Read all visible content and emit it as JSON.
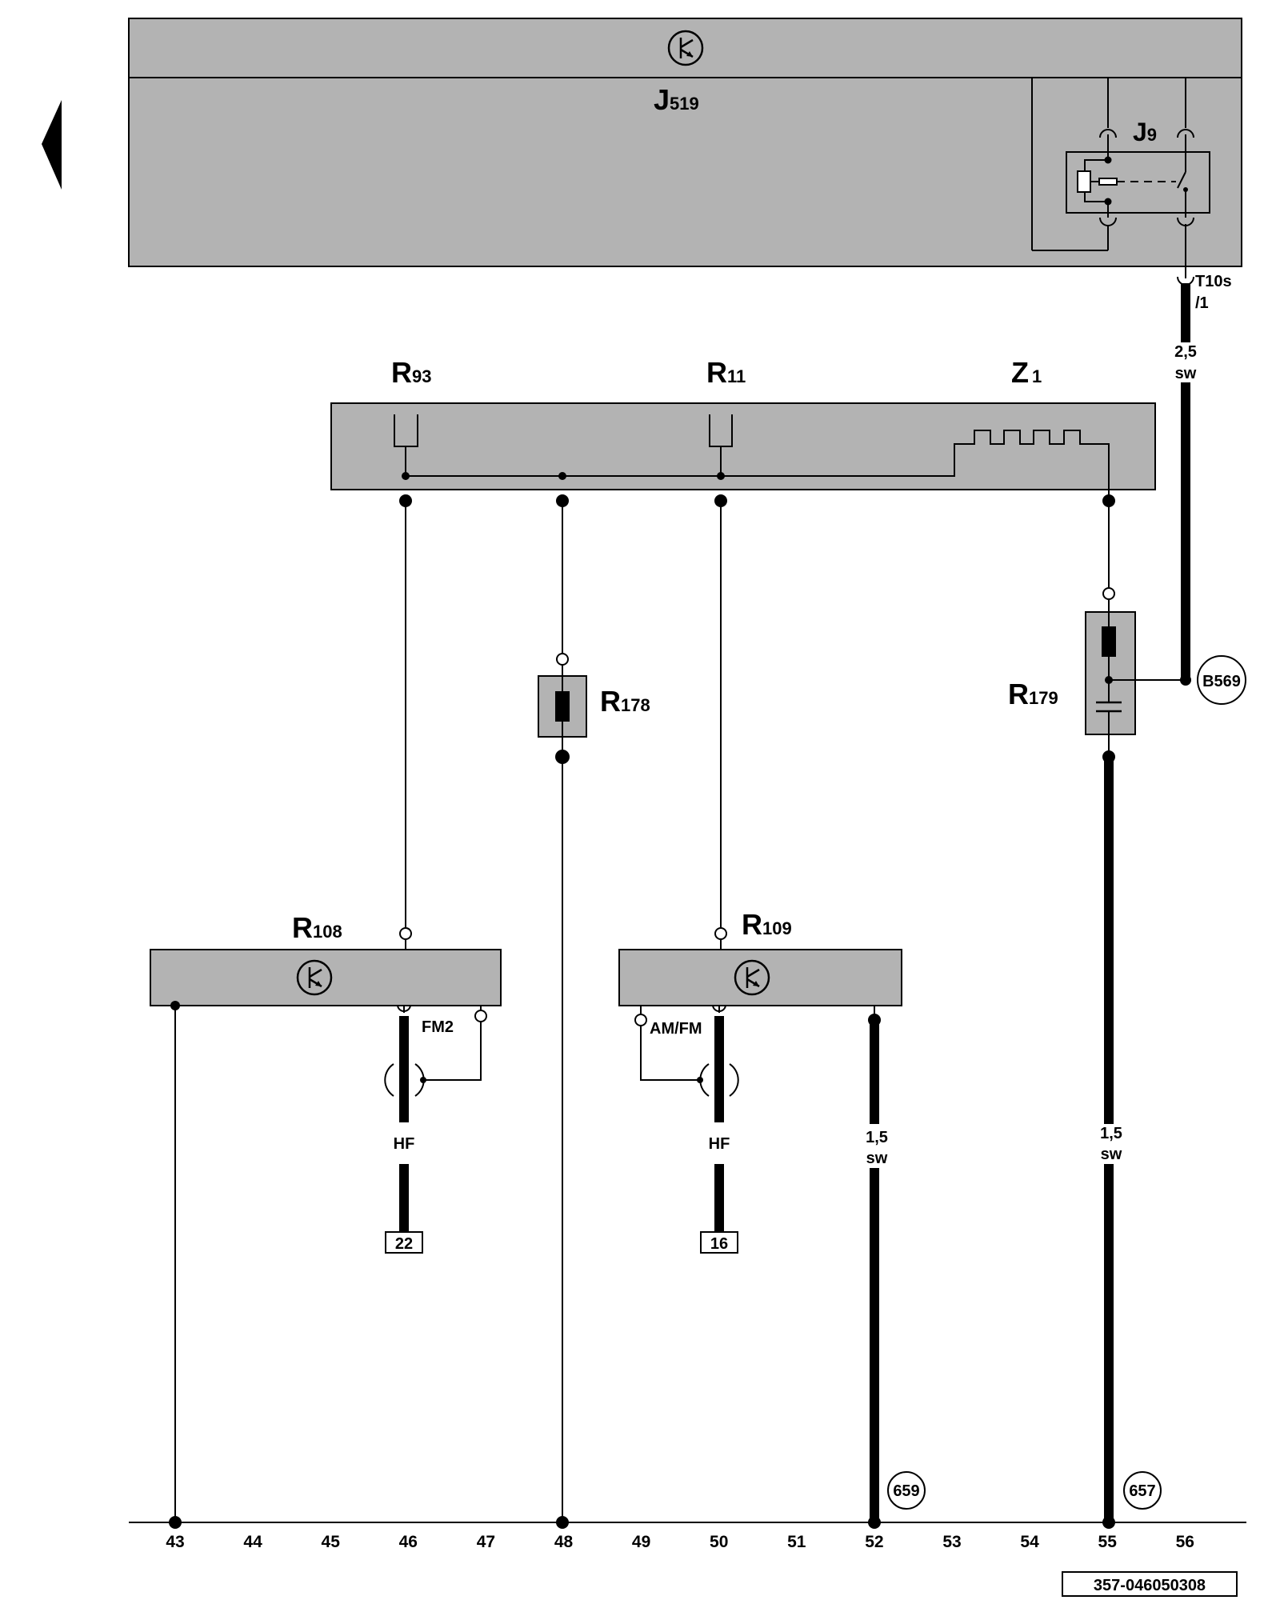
{
  "components": {
    "j519": {
      "letter": "J",
      "sub": "519"
    },
    "j9": {
      "letter": "J",
      "sub": "9"
    },
    "r93": {
      "letter": "R",
      "sub": "93"
    },
    "r11": {
      "letter": "R",
      "sub": "11"
    },
    "z1": {
      "letter": "Z",
      "sub": "1"
    },
    "r178": {
      "letter": "R",
      "sub": "178"
    },
    "r179": {
      "letter": "R",
      "sub": "179"
    },
    "r108": {
      "letter": "R",
      "sub": "108"
    },
    "r109": {
      "letter": "R",
      "sub": "109"
    }
  },
  "connectors": {
    "t10s_line1": "T10s",
    "t10s_line2": "/1",
    "b569": "B569",
    "c659": "659",
    "c657": "657",
    "ref22": "22",
    "ref16": "16"
  },
  "wires": {
    "top_size": "2,5",
    "top_color": "sw",
    "w52_size": "1,5",
    "w52_color": "sw",
    "w55_size": "1,5",
    "w55_color": "sw"
  },
  "signals": {
    "fm2": "FM2",
    "amfm": "AM/FM",
    "hf_left": "HF",
    "hf_right": "HF"
  },
  "track_numbers": [
    "43",
    "44",
    "45",
    "46",
    "47",
    "48",
    "49",
    "50",
    "51",
    "52",
    "53",
    "54",
    "55",
    "56"
  ],
  "diagram_code": "357-046050308"
}
